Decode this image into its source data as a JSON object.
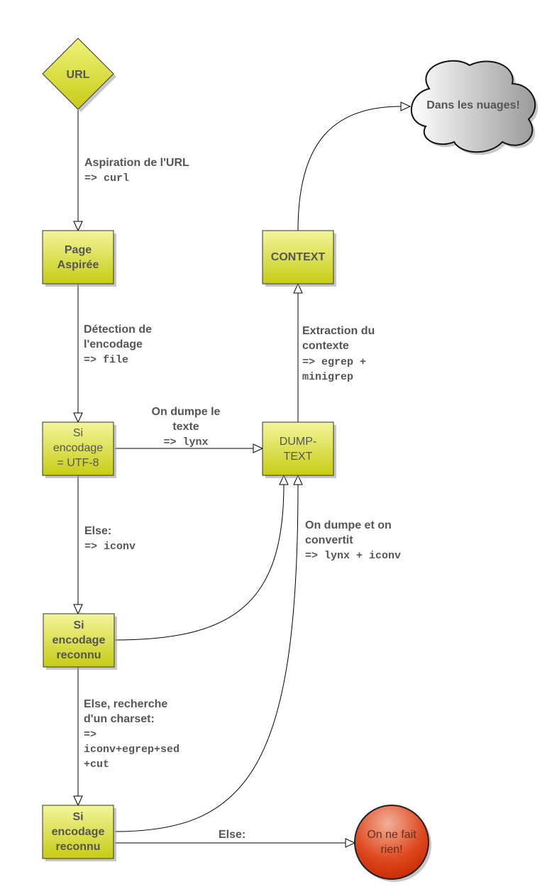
{
  "colors": {
    "box_fill_light": "#f2f59a",
    "box_fill_dark": "#c8cc14",
    "stroke": "#333333",
    "text": "#555555",
    "cloud_light": "#ffffff",
    "cloud_dark": "#aaaaaa",
    "end_light": "#f2a58a",
    "end_dark": "#cc2b00"
  },
  "nodes": {
    "url": [
      "URL"
    ],
    "page": [
      "Page",
      "Aspirée"
    ],
    "utf8": [
      "Si",
      "encodage",
      "= UTF-8"
    ],
    "reconnu1": [
      "Si",
      "encodage",
      "reconnu"
    ],
    "reconnu2": [
      "Si",
      "encodage",
      "reconnu"
    ],
    "dump": [
      "DUMP-",
      "TEXT"
    ],
    "context": [
      "CONTEXT"
    ],
    "cloud": [
      "Dans les nuages!"
    ],
    "end": [
      "On ne fait",
      "rien!"
    ]
  },
  "edges": {
    "aspiration": {
      "lines": [
        "Aspiration de l'URL"
      ],
      "cmd": [
        "=> curl"
      ]
    },
    "detection": {
      "lines": [
        "Détection de",
        "l'encodage"
      ],
      "cmd": [
        "=> file"
      ]
    },
    "dumpe": {
      "lines": [
        "On dumpe le",
        "texte"
      ],
      "cmd": [
        "=> lynx"
      ]
    },
    "extraction": {
      "lines": [
        "Extraction du",
        "contexte"
      ],
      "cmd": [
        "=> egrep +",
        "minigrep"
      ]
    },
    "else1": {
      "lines": [
        "Else:"
      ],
      "cmd": [
        "=> iconv"
      ]
    },
    "convertit": {
      "lines": [
        "On dumpe et on",
        "convertit"
      ],
      "cmd": [
        "=> lynx + iconv"
      ]
    },
    "else2": {
      "lines": [
        "Else, recherche",
        "d'un charset:"
      ],
      "cmd": [
        "=>",
        "iconv+egrep+sed",
        "+cut"
      ]
    },
    "else3": {
      "lines": [
        "Else:"
      ],
      "cmd": []
    }
  }
}
